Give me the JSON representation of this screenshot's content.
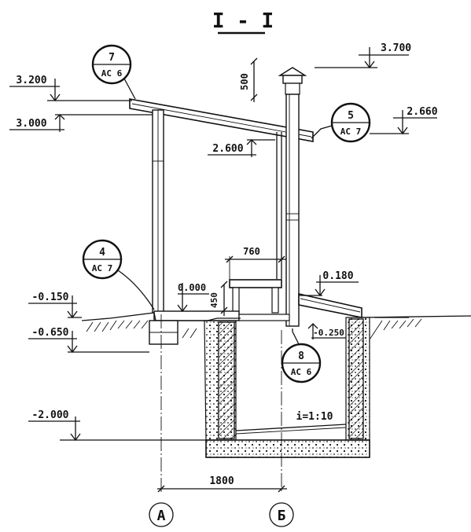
{
  "section_title": "I - I",
  "elevations": {
    "top": "3.700",
    "roof_high": "3.200",
    "roof_eave": "3.000",
    "right_mark": "2.660",
    "ceiling": "2.600",
    "cover": "0.180",
    "floor": "0.000",
    "ground": "-0.150",
    "footing": "-0.650",
    "pit_top": "-0.250",
    "pit_bottom": "-2.000"
  },
  "dimensions": {
    "pipe_height": "500",
    "lid_width": "760",
    "lid_height": "450",
    "axis_spacing": "1800"
  },
  "slope": "i=1:10",
  "callouts": [
    {
      "num": "7",
      "sheet": "AC 6"
    },
    {
      "num": "5",
      "sheet": "AC 7"
    },
    {
      "num": "4",
      "sheet": "AC 7"
    },
    {
      "num": "8",
      "sheet": "AC 6"
    }
  ],
  "axes": [
    "A",
    "Б"
  ],
  "colors": {
    "ink": "#111111",
    "paper": "#ffffff"
  }
}
